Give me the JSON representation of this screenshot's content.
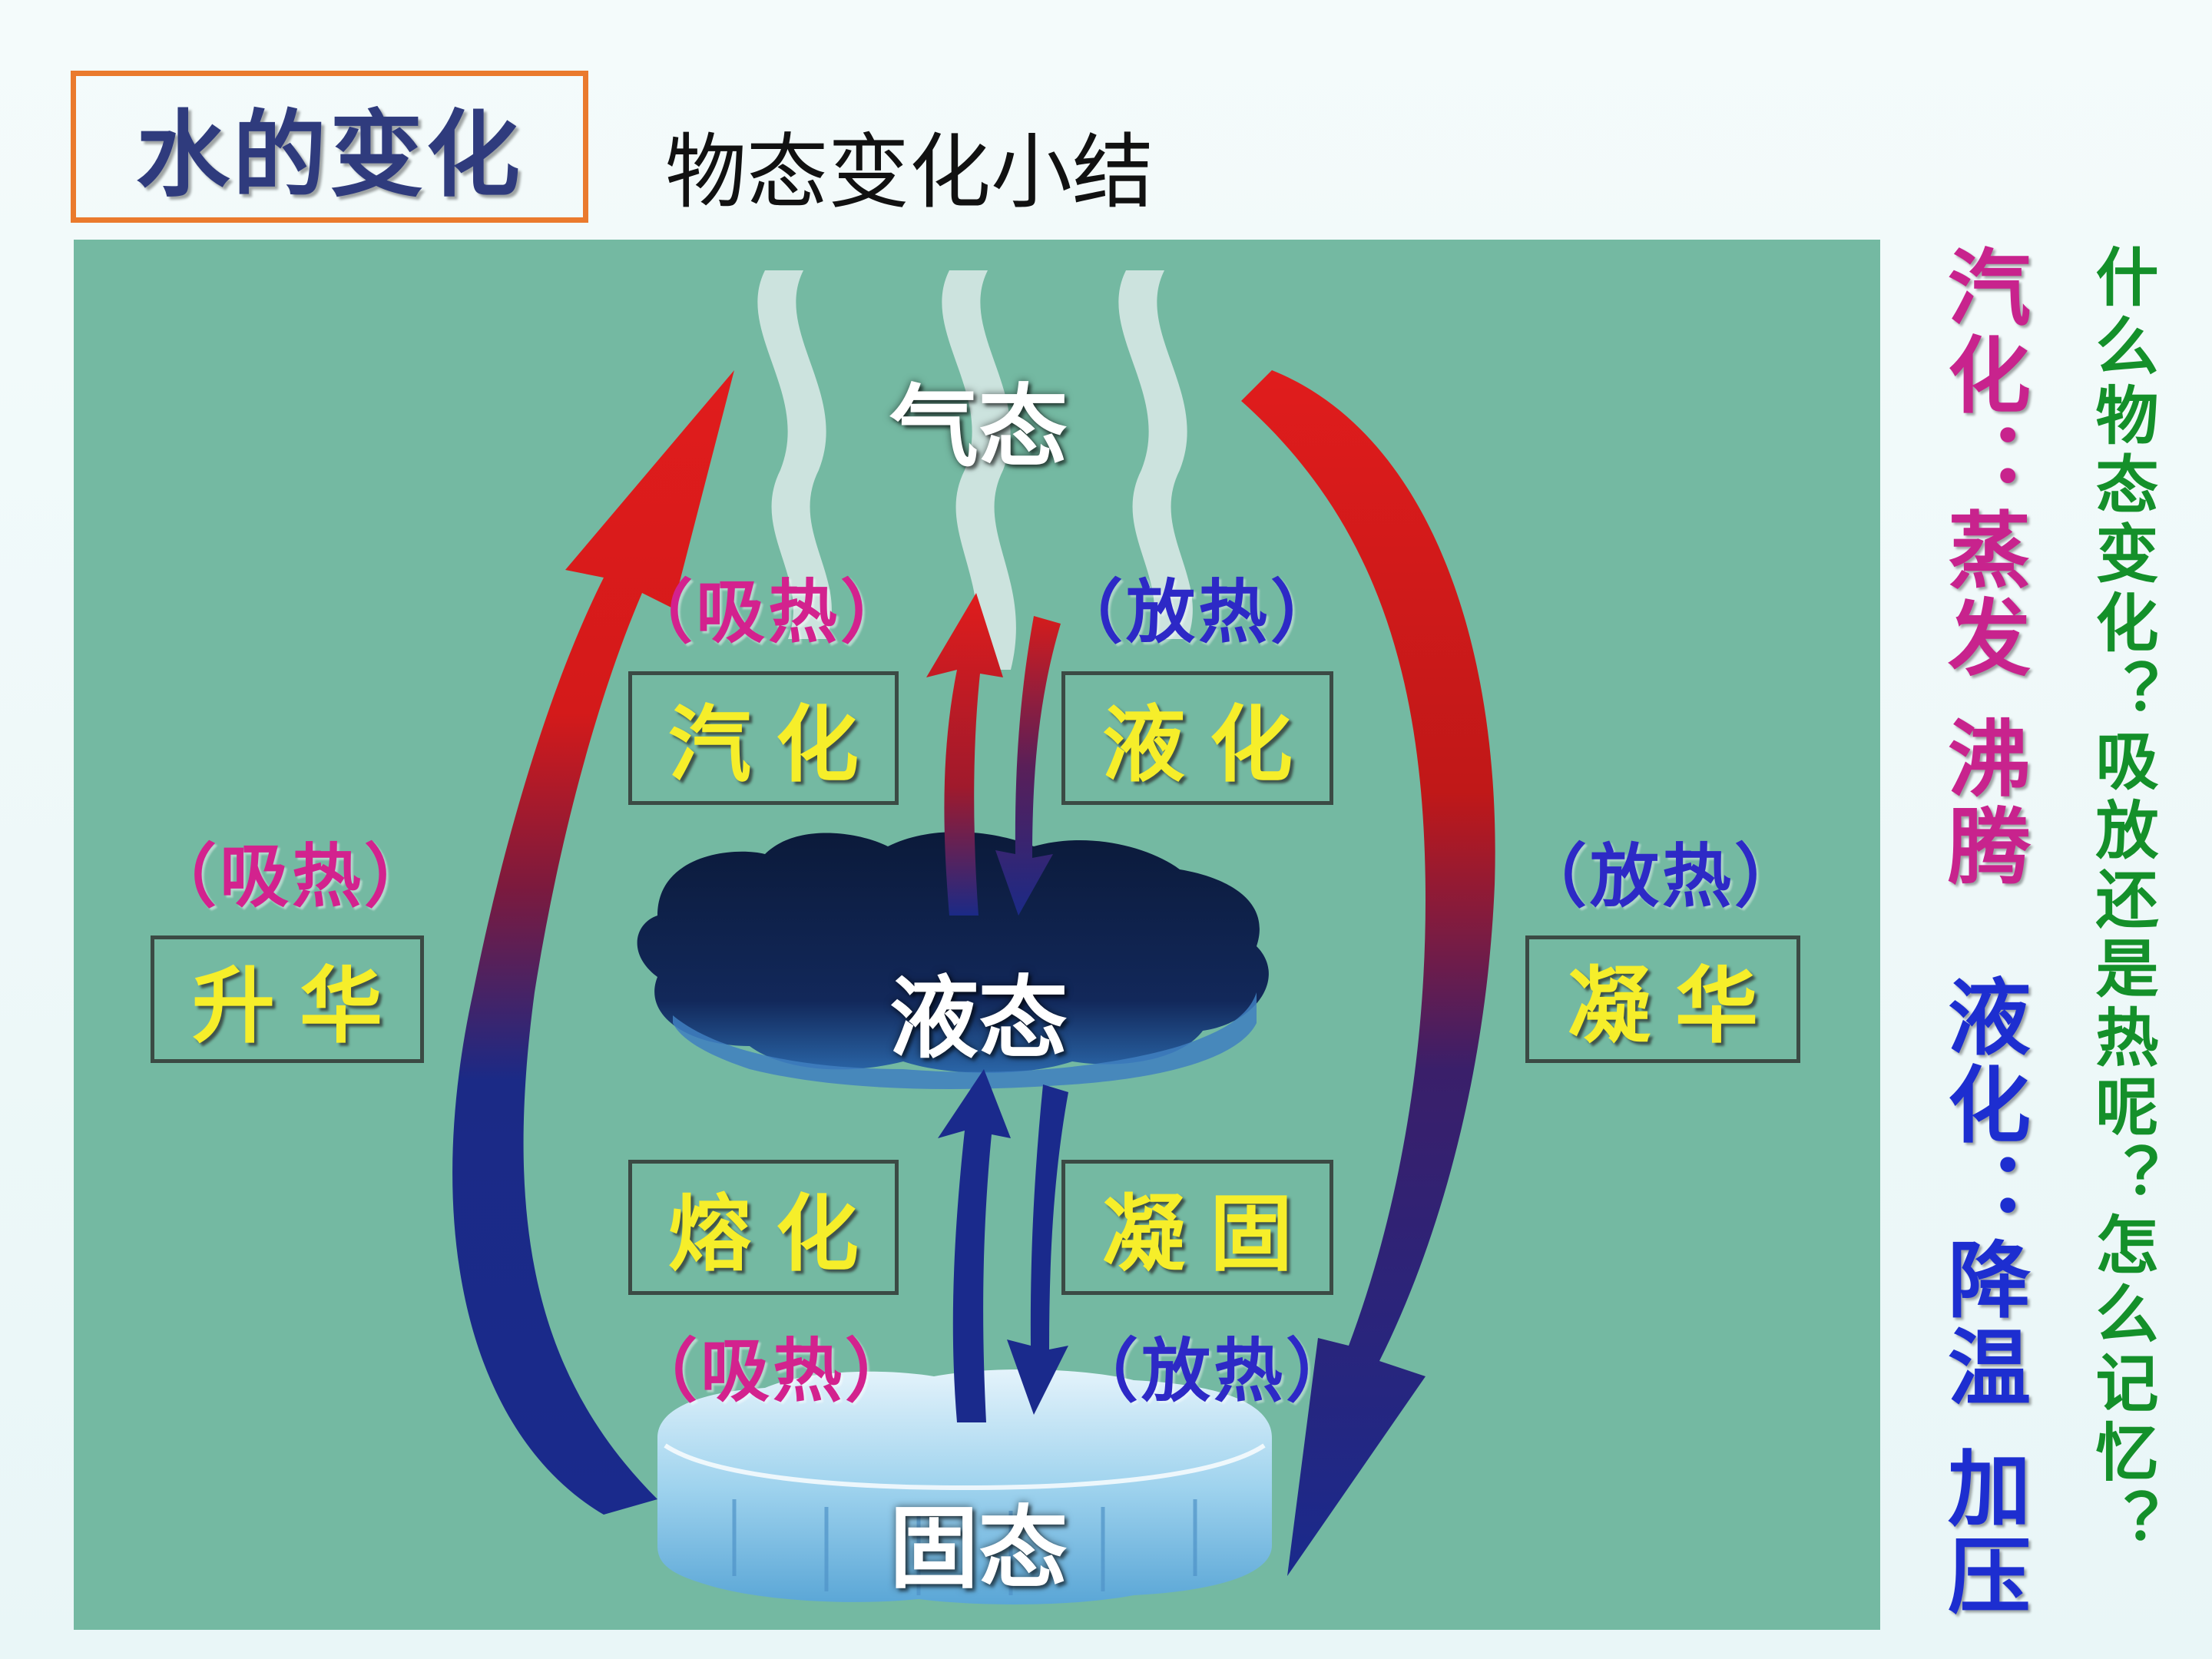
{
  "header": {
    "title": "水的变化",
    "subtitle": "物态变化小结"
  },
  "states": {
    "gas": "气态",
    "liquid": "液态",
    "solid": "固态"
  },
  "processes": {
    "vaporization": "汽化",
    "liquefaction": "液化",
    "sublimation": "升华",
    "deposition": "凝华",
    "melting": "熔化",
    "solidification": "凝固"
  },
  "heat": {
    "absorb": "（吸热）",
    "release": "（放热）"
  },
  "side_notes": {
    "vaporization_note": "汽化：蒸发 沸腾",
    "liquefaction_note": "液化：降温 加压",
    "question": "什么物态变化？吸放还是热呢？怎么记忆？"
  },
  "colors": {
    "heat_absorb": "#d3228e",
    "heat_release": "#2d29c6",
    "process_label": "#f6ee2a",
    "title_border": "#ea7a2d",
    "panel_bg": "#74b9a2"
  }
}
